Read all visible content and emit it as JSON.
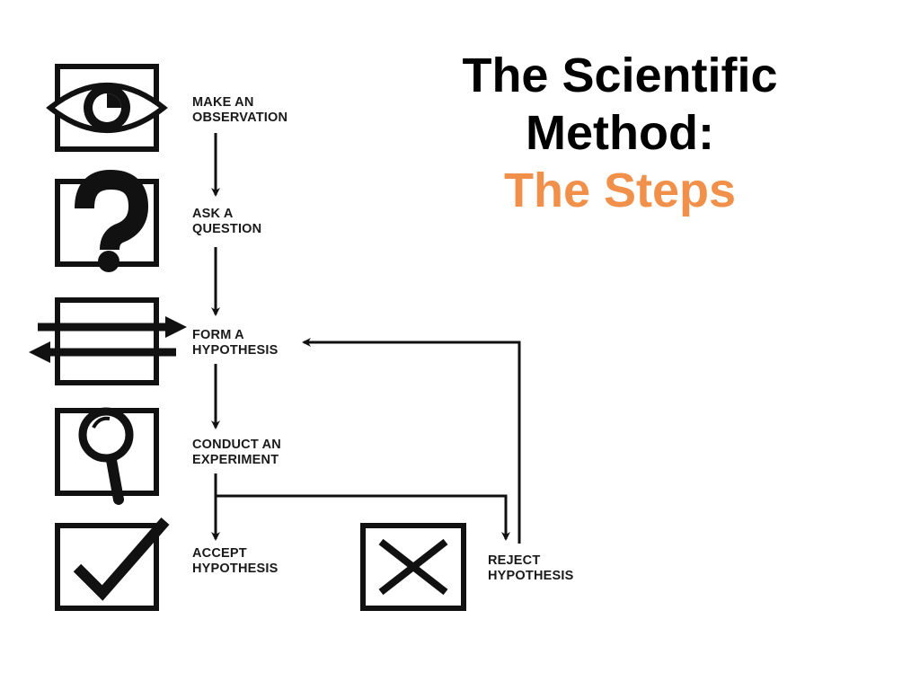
{
  "title": {
    "line1": "The Scientific",
    "line2": "Method:",
    "subtitle": "The Steps",
    "subtitle_color": "#F0904A"
  },
  "steps": [
    {
      "id": "observation",
      "line1": "MAKE AN",
      "line2": "OBSERVATION",
      "icon": "eye-icon"
    },
    {
      "id": "question",
      "line1": "ASK A",
      "line2": "QUESTION",
      "icon": "question-mark-icon"
    },
    {
      "id": "hypothesis",
      "line1": "FORM A",
      "line2": "HYPOTHESIS",
      "icon": "opposing-arrows-icon"
    },
    {
      "id": "experiment",
      "line1": "CONDUCT AN",
      "line2": "EXPERIMENT",
      "icon": "magnifying-glass-icon"
    },
    {
      "id": "accept",
      "line1": "ACCEPT",
      "line2": "HYPOTHESIS",
      "icon": "checkmark-icon"
    },
    {
      "id": "reject",
      "line1": "REJECT",
      "line2": "HYPOTHESIS",
      "icon": "x-mark-icon"
    }
  ],
  "colors": {
    "ink": "#111111",
    "background": "#ffffff"
  }
}
